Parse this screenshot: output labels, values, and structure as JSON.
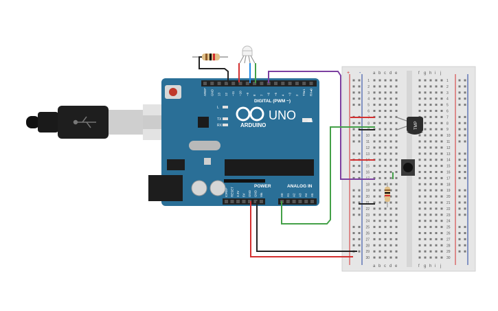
{
  "board": {
    "brand": "ARDUINO",
    "model": "UNO",
    "on_label": "ON",
    "digital_label": "DIGITAL (PWM ~)",
    "power_label": "POWER",
    "analog_label": "ANALOG IN",
    "led_labels": [
      "L",
      "TX",
      "RX"
    ],
    "digital_pins": [
      "AREF",
      "GND",
      "13",
      "12",
      "~11",
      "~10",
      "~9",
      "8",
      "7",
      "~6",
      "~5",
      "4",
      "~3",
      "2",
      "TX▸1",
      "RX◂0"
    ],
    "power_pins": [
      "IOREF",
      "RESET",
      "3.3V",
      "5V",
      "GND",
      "GND",
      "Vin"
    ],
    "analog_pins": [
      "A0",
      "A1",
      "A2",
      "A3",
      "A4",
      "A5"
    ]
  },
  "breadboard": {
    "columns_left": [
      "a",
      "b",
      "c",
      "d",
      "e"
    ],
    "columns_right": [
      "f",
      "g",
      "h",
      "i",
      "j"
    ],
    "rows": [
      "1",
      "2",
      "3",
      "4",
      "5",
      "6",
      "7",
      "8",
      "9",
      "10",
      "11",
      "12",
      "13",
      "14",
      "15",
      "16",
      "17",
      "18",
      "19",
      "20",
      "21",
      "22",
      "23",
      "24",
      "25",
      "26",
      "27",
      "28",
      "29",
      "30"
    ],
    "rail_plus": "+",
    "rail_minus": "-"
  },
  "sensor": {
    "label": "TMP"
  },
  "colors": {
    "board": "#2a6f97",
    "board_dark": "#1f5678",
    "header": "#222222",
    "breadboard": "#e6e6e6",
    "wire_red": "#d32f2f",
    "wire_black": "#222222",
    "wire_green": "#43a047",
    "wire_purple": "#7b3fa0",
    "wire_blue": "#1e88e5"
  }
}
